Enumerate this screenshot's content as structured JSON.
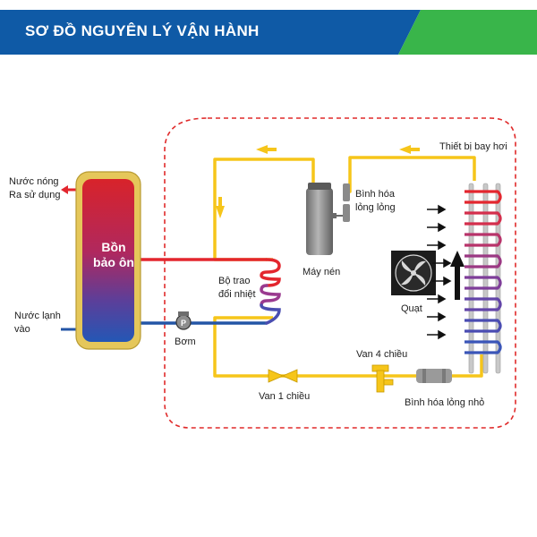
{
  "header": {
    "title": "SƠ ĐỒ NGUYÊN LÝ VẬN HÀNH"
  },
  "colors": {
    "banner_blue": "#0f5aa6",
    "banner_green": "#39b54a",
    "boundary_red": "#e02a2a",
    "refrigerant_yellow": "#f6c51a",
    "hot_water_red": "#e3262e",
    "cold_water_blue": "#2355a6",
    "tank_shell": "#e5c75a"
  },
  "tank": {
    "line1": "Bồn",
    "line2": "bảo ôn"
  },
  "labels": {
    "hot_out_line1": "Nước nóng",
    "hot_out_line2": "Ra sử dụng",
    "cold_in_line1": "Nước lạnh",
    "cold_in_line2": "vào",
    "pump": "Bơm",
    "heat_exchanger_line1": "Bộ trao",
    "heat_exchanger_line2": "đổi nhiệt",
    "compressor": "Máy nén",
    "receiver_line1": "Bình hóa",
    "receiver_line2": "lỏng lỏng",
    "fan": "Quạt",
    "evaporator": "Thiết bị bay hơi",
    "check_valve": "Van 1 chiều",
    "four_way_valve": "Van 4 chiều",
    "small_receiver": "Bình hóa lỏng nhỏ"
  },
  "icons": [
    "compressor-icon",
    "fan-icon",
    "pump-icon",
    "check-valve-icon",
    "four-way-valve-icon",
    "evaporator-coil-icon",
    "heat-exchanger-coil-icon",
    "flow-arrow-icon",
    "airflow-arrow-icon"
  ]
}
